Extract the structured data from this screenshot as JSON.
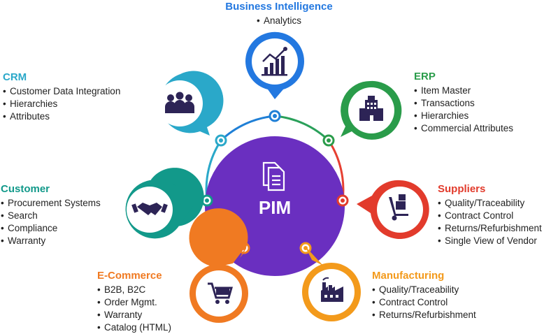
{
  "center": {
    "label": "PIM",
    "color": "#6a2fc0",
    "icon": "documents-icon"
  },
  "ring_colors": [
    "#1f7fd6",
    "#2aa05a",
    "#e64032",
    "#f39a1b",
    "#f07a22",
    "#12998a",
    "#2aa8c9"
  ],
  "nodes": [
    {
      "key": "bi",
      "title": "Business Intelligence",
      "color": "#2378e0",
      "icon": "bar-chart-icon",
      "items": [
        "Analytics"
      ]
    },
    {
      "key": "crm",
      "title": "CRM",
      "color": "#2aa8c9",
      "icon": "people-group-icon",
      "items": [
        "Customer Data Integration",
        "Hierarchies",
        "Attributes"
      ]
    },
    {
      "key": "erp",
      "title": "ERP",
      "color": "#2a9c4a",
      "icon": "building-icon",
      "items": [
        "Item Master",
        "Transactions",
        "Hierarchies",
        "Commercial Attributes"
      ]
    },
    {
      "key": "customer",
      "title": "Customer",
      "color": "#12998a",
      "icon": "handshake-icon",
      "items": [
        "Procurement Systems",
        "Search",
        "Compliance",
        "Warranty"
      ]
    },
    {
      "key": "suppliers",
      "title": "Suppliers",
      "color": "#e23b2c",
      "icon": "hand-truck-icon",
      "items": [
        "Quality/Traceability",
        "Contract Control",
        "Returns/Refurbishment",
        "Single View of Vendor"
      ]
    },
    {
      "key": "ecommerce",
      "title": "E-Commerce",
      "color": "#f07a22",
      "icon": "shopping-cart-icon",
      "items": [
        "B2B, B2C",
        "Order Mgmt.",
        "Warranty",
        "Catalog (HTML)"
      ]
    },
    {
      "key": "manufacturing",
      "title": "Manufacturing",
      "color": "#f39a1b",
      "icon": "factory-icon",
      "items": [
        "Quality/Traceability",
        "Contract Control",
        "Returns/Refurbishment"
      ]
    }
  ]
}
